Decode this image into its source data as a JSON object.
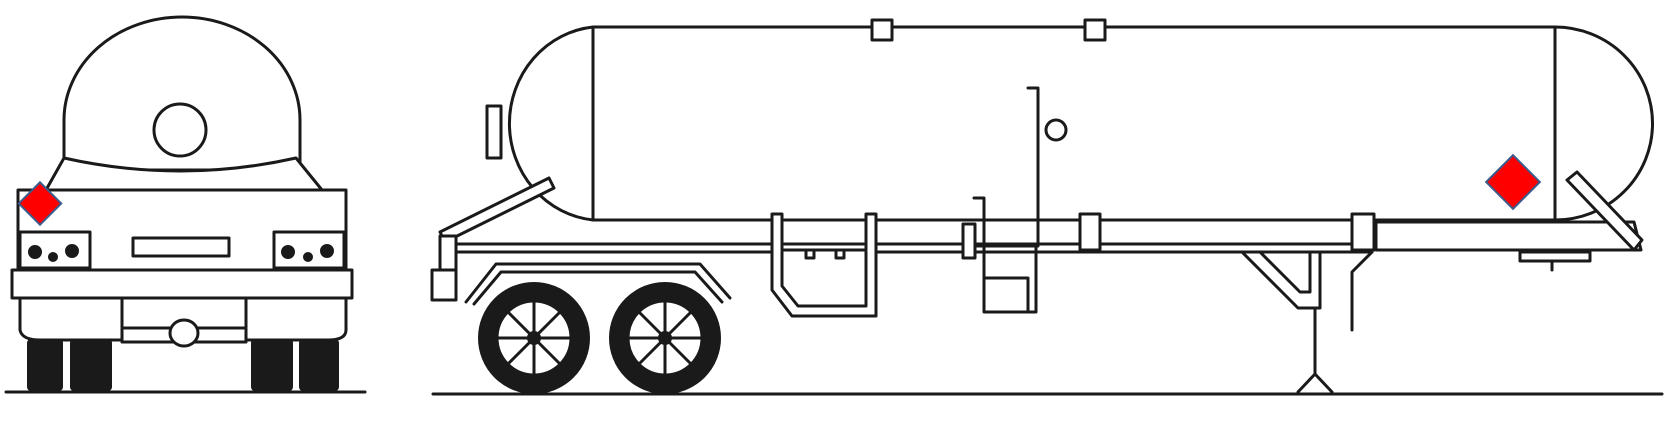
{
  "figure": {
    "views": [
      {
        "id": "rear-view"
      },
      {
        "id": "side-view"
      }
    ],
    "placard": {
      "shape": "diamond",
      "fill": "#ff0000",
      "border": "#3b5b8c",
      "count": 2
    },
    "line_color": "#1a1a1a",
    "background": "#ffffff"
  }
}
